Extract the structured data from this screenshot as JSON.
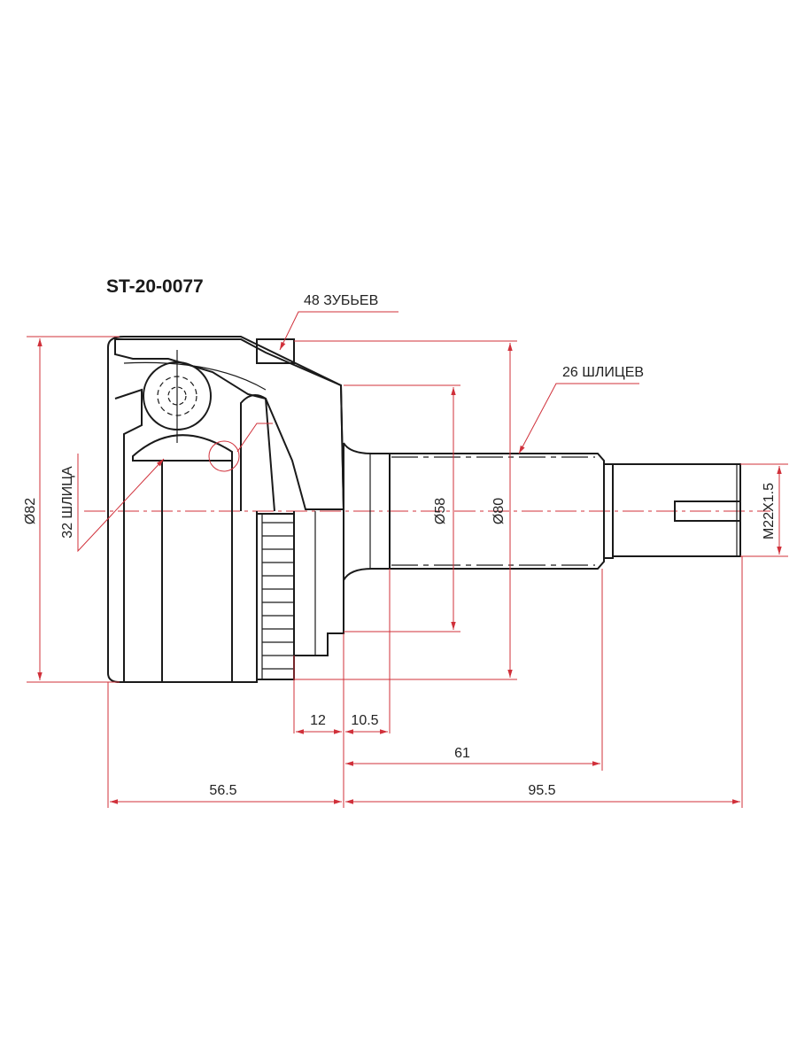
{
  "part_number": "ST-20-0077",
  "callouts": {
    "teeth": "48 ЗУБЬЕВ",
    "outer_splines": "26 ШЛИЦЕВ",
    "inner_splines": "32 ШЛИЦА"
  },
  "dimensions": {
    "outer_diameter": "Ø82",
    "neck_diameter": "Ø58",
    "abs_ring_diameter": "Ø80",
    "thread": "M22X1.5",
    "abs_width": "12",
    "flange_width": "10.5",
    "spline_length": "61",
    "housing_length": "56.5",
    "shaft_length": "95.5"
  },
  "colors": {
    "outline": "#1a1a1a",
    "dimension": "#d0303a"
  }
}
